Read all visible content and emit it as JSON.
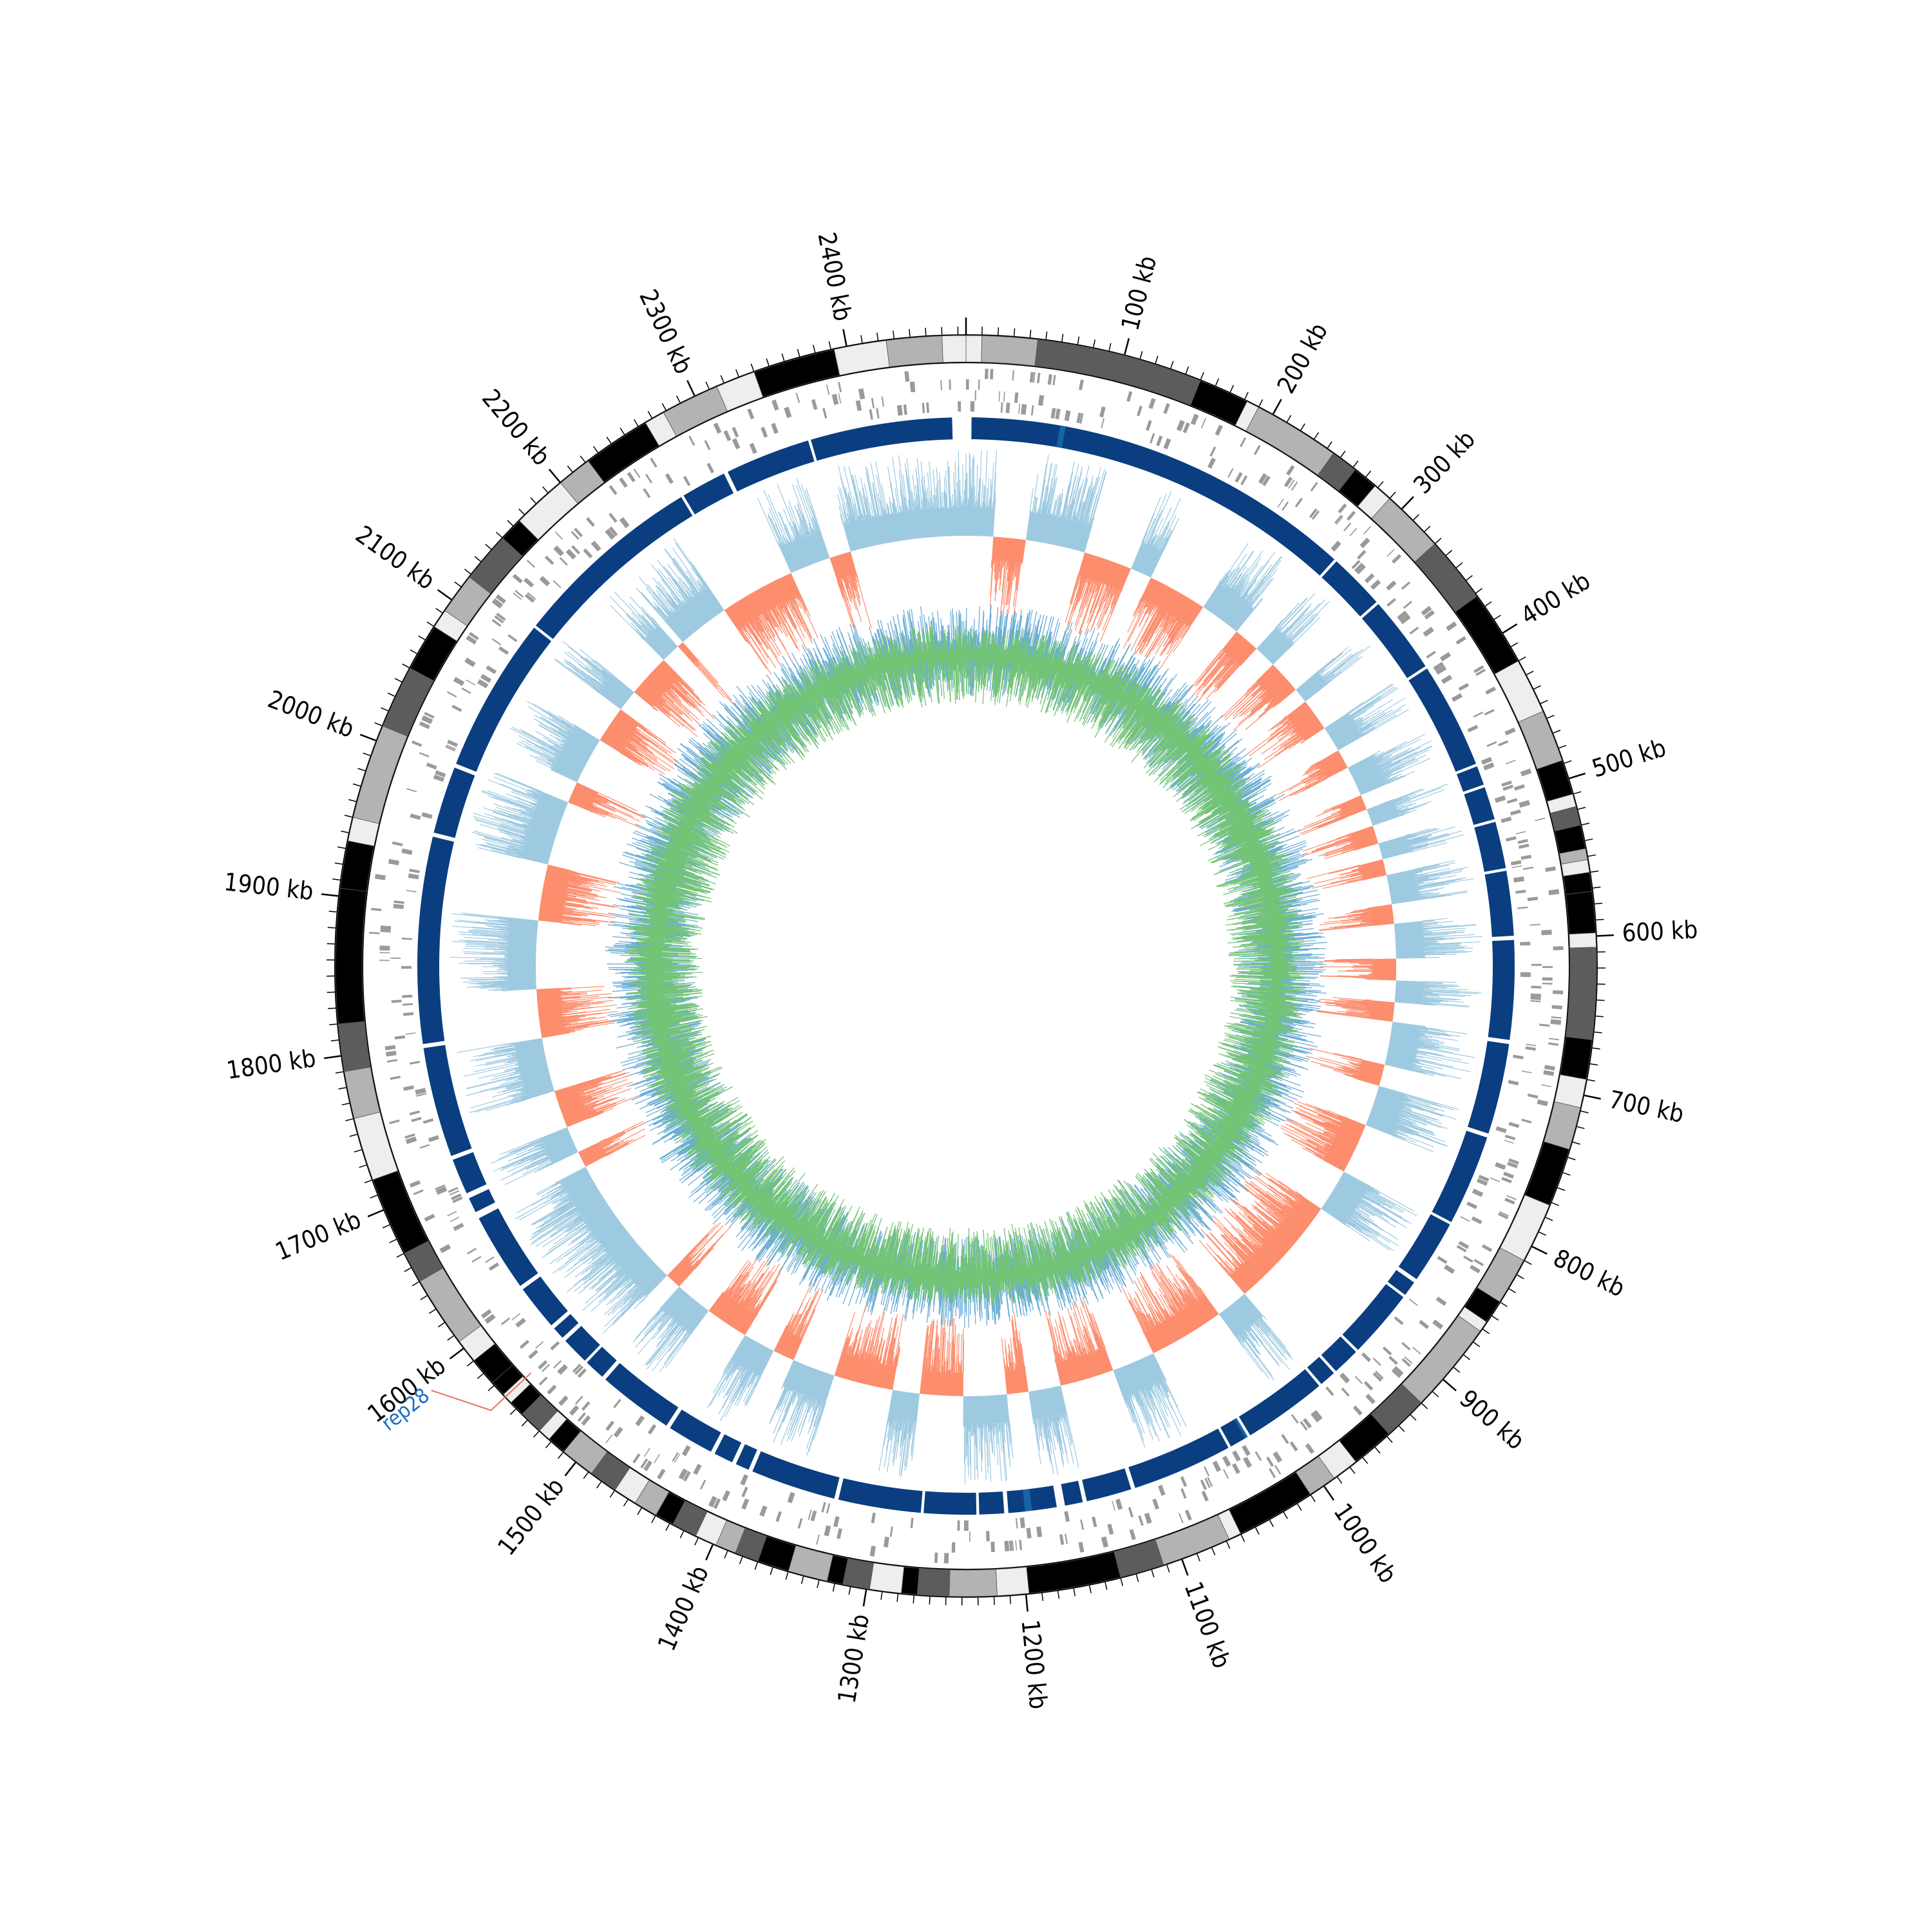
{
  "genome_kb": 2475,
  "scale_labels": [
    "100 kb",
    "200 kb",
    "300 kb",
    "400 kb",
    "500 kb",
    "600 kb",
    "700 kb",
    "800 kb",
    "900 kb",
    "1000 kb",
    "1100 kb",
    "1200 kb",
    "1300 kb",
    "1400 kb",
    "1500 kb",
    "1600 kb",
    "1700 kb",
    "1800 kb",
    "1900 kb",
    "2000 kb",
    "2100 kb",
    "2200 kb",
    "2300 kb",
    "2400 kb"
  ],
  "annotation": {
    "label": "rep28",
    "position_kb": 1560,
    "label_color": "#1a6fc0",
    "line_color": "#e8735a"
  },
  "colors": {
    "ideogram": [
      "#000000",
      "#5c5c5c",
      "#b3b3b3",
      "#eeeeee"
    ],
    "features": "#9a9a9a",
    "blocks": "#0b3e80",
    "blocks_highlight": "#1763a8",
    "skew_positive": "#9ecae1",
    "skew_negative": "#fc8d6d",
    "gc_content": "#6baed6",
    "gc_skew_inner": "#74c476"
  },
  "ideogram_bands": [
    [
      0,
      10,
      3
    ],
    [
      10,
      45,
      2
    ],
    [
      45,
      150,
      1
    ],
    [
      150,
      182,
      0
    ],
    [
      182,
      190,
      3
    ],
    [
      190,
      245,
      2
    ],
    [
      245,
      262,
      1
    ],
    [
      262,
      278,
      0
    ],
    [
      278,
      290,
      3
    ],
    [
      290,
      330,
      2
    ],
    [
      330,
      372,
      1
    ],
    [
      372,
      420,
      0
    ],
    [
      420,
      455,
      3
    ],
    [
      455,
      488,
      2
    ],
    [
      488,
      510,
      0
    ],
    [
      510,
      518,
      3
    ],
    [
      518,
      530,
      1
    ],
    [
      530,
      545,
      0
    ],
    [
      545,
      552,
      2
    ],
    [
      552,
      560,
      3
    ],
    [
      560,
      572,
      0
    ],
    [
      572,
      598,
      0
    ],
    [
      598,
      607,
      3
    ],
    [
      607,
      665,
      1
    ],
    [
      665,
      690,
      0
    ],
    [
      690,
      708,
      3
    ],
    [
      708,
      735,
      2
    ],
    [
      735,
      772,
      0
    ],
    [
      772,
      810,
      3
    ],
    [
      810,
      840,
      2
    ],
    [
      840,
      855,
      0
    ],
    [
      855,
      862,
      3
    ],
    [
      862,
      920,
      2
    ],
    [
      920,
      948,
      1
    ],
    [
      948,
      975,
      0
    ],
    [
      975,
      992,
      3
    ],
    [
      992,
      1010,
      2
    ],
    [
      1010,
      1060,
      0
    ],
    [
      1060,
      1068,
      3
    ],
    [
      1068,
      1112,
      2
    ],
    [
      1112,
      1140,
      1
    ],
    [
      1140,
      1198,
      0
    ],
    [
      1198,
      1218,
      3
    ],
    [
      1218,
      1248,
      2
    ],
    [
      1248,
      1268,
      1
    ],
    [
      1268,
      1278,
      0
    ],
    [
      1278,
      1298,
      3
    ],
    [
      1298,
      1315,
      1
    ],
    [
      1315,
      1325,
      0
    ],
    [
      1325,
      1350,
      2
    ],
    [
      1350,
      1370,
      0
    ],
    [
      1370,
      1385,
      1
    ],
    [
      1385,
      1398,
      2
    ],
    [
      1398,
      1412,
      3
    ],
    [
      1412,
      1428,
      1
    ],
    [
      1428,
      1440,
      0
    ],
    [
      1440,
      1455,
      2
    ],
    [
      1455,
      1470,
      3
    ],
    [
      1470,
      1488,
      1
    ],
    [
      1488,
      1510,
      2
    ],
    [
      1510,
      1522,
      0
    ],
    [
      1522,
      1530,
      3
    ],
    [
      1530,
      1545,
      1
    ],
    [
      1545,
      1555,
      0
    ],
    [
      1555,
      1562,
      3
    ],
    [
      1562,
      1572,
      0
    ],
    [
      1572,
      1590,
      0
    ],
    [
      1590,
      1605,
      3
    ],
    [
      1605,
      1650,
      2
    ],
    [
      1650,
      1670,
      1
    ],
    [
      1670,
      1720,
      0
    ],
    [
      1720,
      1760,
      3
    ],
    [
      1760,
      1790,
      2
    ],
    [
      1790,
      1820,
      1
    ],
    [
      1820,
      1905,
      0
    ],
    [
      1905,
      1935,
      0
    ],
    [
      1935,
      1950,
      3
    ],
    [
      1950,
      2010,
      2
    ],
    [
      2010,
      2050,
      1
    ],
    [
      2050,
      2080,
      0
    ],
    [
      2080,
      2092,
      3
    ],
    [
      2092,
      2118,
      2
    ],
    [
      2118,
      2150,
      1
    ],
    [
      2150,
      2165,
      0
    ],
    [
      2165,
      2200,
      3
    ],
    [
      2200,
      2222,
      2
    ],
    [
      2222,
      2265,
      0
    ],
    [
      2265,
      2278,
      3
    ],
    [
      2278,
      2315,
      2
    ],
    [
      2315,
      2340,
      3
    ],
    [
      2340,
      2392,
      0
    ],
    [
      2392,
      2425,
      3
    ],
    [
      2425,
      2460,
      2
    ],
    [
      2460,
      2475,
      3
    ]
  ],
  "block_segments": [
    [
      4,
      290
    ],
    [
      292,
      333
    ],
    [
      335,
      391
    ],
    [
      393,
      470
    ],
    [
      472,
      486
    ],
    [
      488,
      512
    ],
    [
      514,
      548
    ],
    [
      550,
      597
    ],
    [
      600,
      672
    ],
    [
      675,
      741
    ],
    [
      744,
      810
    ],
    [
      812,
      858
    ],
    [
      861,
      872
    ],
    [
      874,
      924
    ],
    [
      926,
      946
    ],
    [
      948,
      960
    ],
    [
      962,
      1023
    ],
    [
      1026,
      1039
    ],
    [
      1041,
      1114
    ],
    [
      1117,
      1150
    ],
    [
      1153,
      1166
    ],
    [
      1172,
      1207
    ],
    [
      1210,
      1228
    ],
    [
      1230,
      1268
    ],
    [
      1270,
      1330
    ],
    [
      1333,
      1395
    ],
    [
      1398,
      1408
    ],
    [
      1411,
      1425
    ],
    [
      1428,
      1462
    ],
    [
      1465,
      1520
    ],
    [
      1523,
      1538
    ],
    [
      1540,
      1560
    ],
    [
      1563,
      1572
    ],
    [
      1575,
      1608
    ],
    [
      1611,
      1668
    ],
    [
      1673,
      1684
    ],
    [
      1688,
      1714
    ],
    [
      1717,
      1797
    ],
    [
      1800,
      1950
    ],
    [
      1953,
      2002
    ],
    [
      2005,
      2118
    ],
    [
      2120,
      2260
    ],
    [
      2262,
      2295
    ],
    [
      2298,
      2360
    ],
    [
      2362,
      2465
    ]
  ],
  "skew_segments": [
    [
      0,
      25,
      1
    ],
    [
      25,
      55,
      0
    ],
    [
      55,
      110,
      1
    ],
    [
      110,
      155,
      0
    ],
    [
      155,
      175,
      1
    ],
    [
      175,
      230,
      0
    ],
    [
      230,
      268,
      1
    ],
    [
      268,
      292,
      0
    ],
    [
      292,
      313,
      1
    ],
    [
      313,
      344,
      0
    ],
    [
      344,
      358,
      1
    ],
    [
      358,
      388,
      0
    ],
    [
      388,
      412,
      1
    ],
    [
      412,
      430,
      0
    ],
    [
      430,
      458,
      1
    ],
    [
      458,
      472,
      0
    ],
    [
      472,
      488,
      1
    ],
    [
      488,
      505,
      0
    ],
    [
      505,
      520,
      1
    ],
    [
      520,
      535,
      0
    ],
    [
      535,
      562,
      1
    ],
    [
      562,
      580,
      0
    ],
    [
      580,
      612,
      1
    ],
    [
      612,
      632,
      0
    ],
    [
      632,
      652,
      1
    ],
    [
      652,
      670,
      0
    ],
    [
      670,
      710,
      1
    ],
    [
      710,
      730,
      0
    ],
    [
      730,
      768,
      1
    ],
    [
      768,
      815,
      0
    ],
    [
      815,
      855,
      1
    ],
    [
      855,
      960,
      0
    ],
    [
      960,
      990,
      1
    ],
    [
      990,
      1060,
      0
    ],
    [
      1060,
      1100,
      1
    ],
    [
      1100,
      1150,
      0
    ],
    [
      1150,
      1180,
      1
    ],
    [
      1180,
      1200,
      0
    ],
    [
      1200,
      1240,
      1
    ],
    [
      1240,
      1280,
      0
    ],
    [
      1280,
      1305,
      1
    ],
    [
      1305,
      1360,
      0
    ],
    [
      1360,
      1400,
      1
    ],
    [
      1400,
      1420,
      0
    ],
    [
      1420,
      1450,
      1
    ],
    [
      1450,
      1490,
      0
    ],
    [
      1490,
      1525,
      1
    ],
    [
      1525,
      1540,
      0
    ],
    [
      1540,
      1665,
      1
    ],
    [
      1665,
      1680,
      0
    ],
    [
      1680,
      1705,
      1
    ],
    [
      1705,
      1740,
      0
    ],
    [
      1740,
      1790,
      1
    ],
    [
      1790,
      1835,
      0
    ],
    [
      1835,
      1898,
      1
    ],
    [
      1898,
      1950,
      0
    ],
    [
      1950,
      2010,
      1
    ],
    [
      2010,
      2030,
      0
    ],
    [
      2030,
      2074,
      1
    ],
    [
      2074,
      2108,
      0
    ],
    [
      2108,
      2128,
      1
    ],
    [
      2128,
      2168,
      0
    ],
    [
      2168,
      2186,
      1
    ],
    [
      2186,
      2192,
      0
    ],
    [
      2192,
      2240,
      1
    ],
    [
      2240,
      2310,
      0
    ],
    [
      2310,
      2348,
      1
    ],
    [
      2348,
      2368,
      0
    ],
    [
      2368,
      2475,
      1
    ]
  ]
}
